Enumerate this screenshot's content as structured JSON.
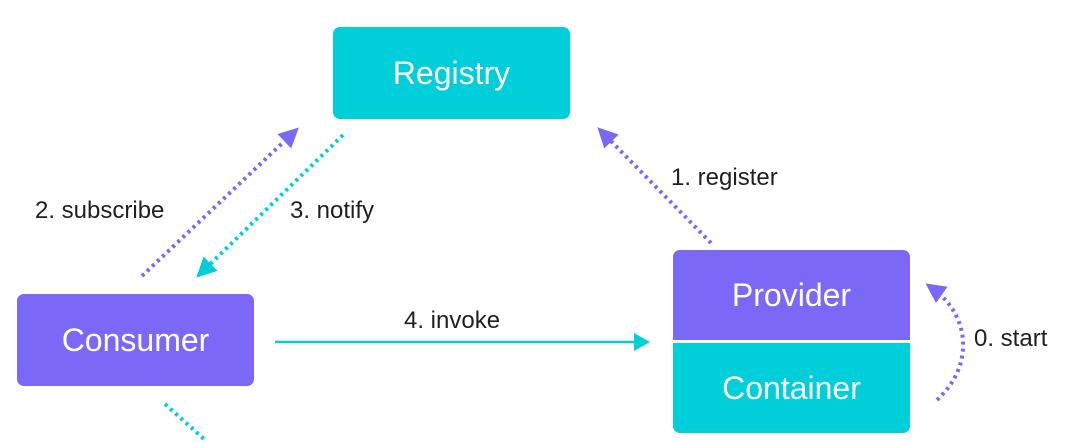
{
  "colors": {
    "teal": "#00CED9",
    "purple": "#7B68F6",
    "text": "#1F1F1F",
    "node_text": "#FFFFFF"
  },
  "nodes": {
    "registry": "Registry",
    "consumer": "Consumer",
    "provider": "Provider",
    "container": "Container"
  },
  "edges": {
    "start": "0. start",
    "register": "1. register",
    "subscribe": "2. subscribe",
    "notify": "3. notify",
    "invoke": "4. invoke"
  }
}
